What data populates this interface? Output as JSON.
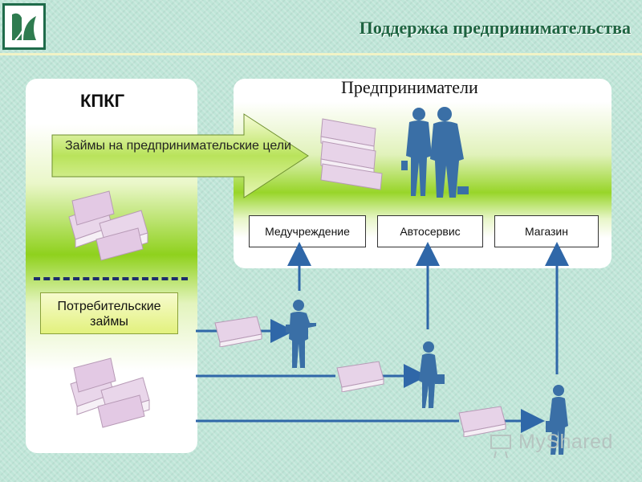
{
  "header": {
    "title": "Поддержка предпринимательства"
  },
  "kpkg": {
    "label": "КПКГ",
    "business_loans": "Займы на предпринимательские цели",
    "consumer_loans": "Потребительские займы"
  },
  "entrepreneurs": {
    "label": "Предприниматели",
    "businesses": [
      "Медучреждение",
      "Автосервис",
      "Магазин"
    ]
  },
  "watermark": "MyShared",
  "colors": {
    "title": "#1d6340",
    "panel_green": "#8fd11d",
    "arrow_blue": "#2f67a8",
    "person_blue": "#3a6fa6",
    "dash": "#1c2c6b"
  },
  "icons": [
    "logo-icon",
    "money-stack-icon",
    "person-icon",
    "businessman-icon",
    "arrow-icon",
    "watermark-icon"
  ]
}
